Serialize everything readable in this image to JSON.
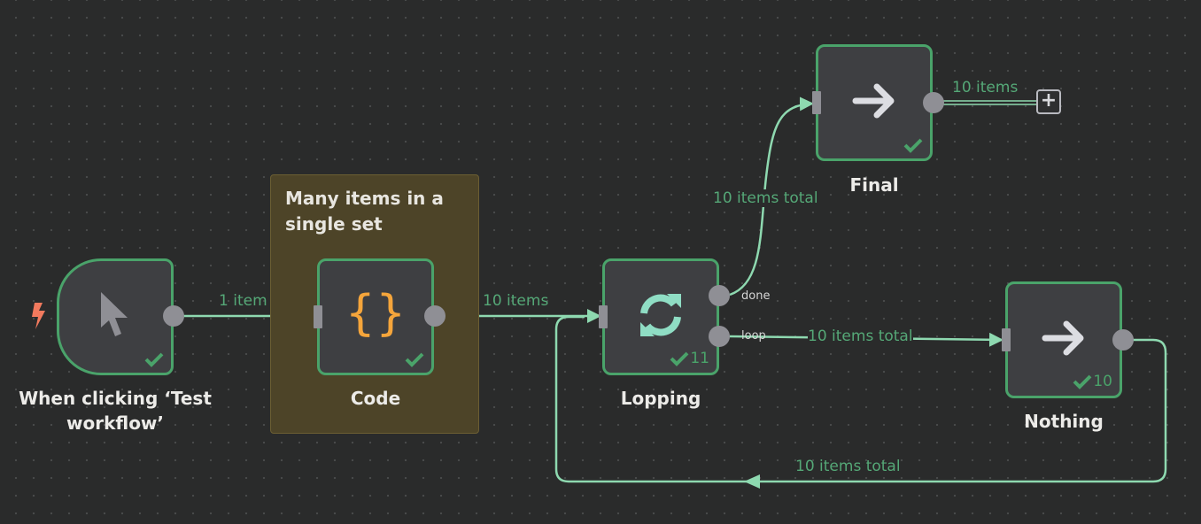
{
  "colors": {
    "background": "#2a2b2b",
    "edge": "#8ed9b0",
    "success": "#4aa36a",
    "trigger_bolt": "#f27a5e",
    "code_braces": "#f5a53b",
    "loop_icon": "#8fddc4",
    "sticky_bg": "#4d4428"
  },
  "sticky_note": {
    "text": "Many items in a single set"
  },
  "nodes": [
    {
      "id": "trigger",
      "label": "When clicking ‘Test workflow’",
      "icon": "cursor-icon",
      "status": "success",
      "run_count": ""
    },
    {
      "id": "code",
      "label": "Code",
      "icon": "braces-icon",
      "status": "success",
      "run_count": ""
    },
    {
      "id": "lopping",
      "label": "Lopping",
      "icon": "loop-icon",
      "status": "success",
      "run_count": "11",
      "outputs": [
        "done",
        "loop"
      ]
    },
    {
      "id": "final",
      "label": "Final",
      "icon": "arrow-right-icon",
      "status": "success",
      "run_count": ""
    },
    {
      "id": "nothing",
      "label": "Nothing",
      "icon": "arrow-right-icon",
      "status": "success",
      "run_count": "10"
    }
  ],
  "edges": [
    {
      "from": "trigger",
      "to": "code",
      "label": "1 item"
    },
    {
      "from": "code",
      "to": "lopping",
      "label": "10 items"
    },
    {
      "from": "lopping.done",
      "to": "final",
      "label": "10 items total"
    },
    {
      "from": "lopping.loop",
      "to": "nothing",
      "label": "10 items total"
    },
    {
      "from": "nothing",
      "to": "lopping",
      "label": "10 items total"
    },
    {
      "from": "final",
      "to": "add",
      "label": "10 items"
    }
  ],
  "add_button": {
    "label": "+"
  }
}
